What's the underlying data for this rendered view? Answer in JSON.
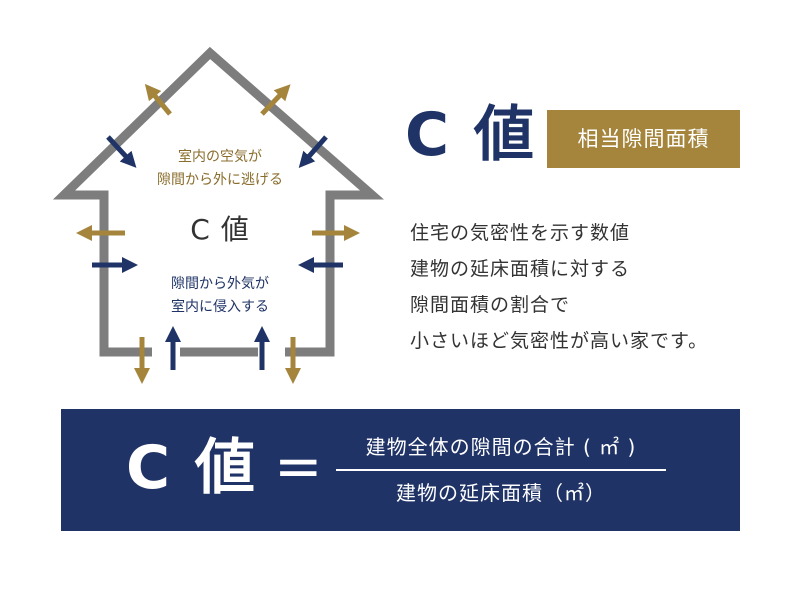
{
  "house": {
    "outflow_line1": "室内の空気が",
    "outflow_line2": "隙間から外に逃げる",
    "center_label": "C 値",
    "inflow_line1": "隙間から外気が",
    "inflow_line2": "室内に侵入する"
  },
  "colors": {
    "navy": "#1f3366",
    "gold": "#a4853b",
    "gray": "#7d7d7d",
    "text": "#333333"
  },
  "title": {
    "label": "C 値",
    "badge": "相当隙間面積"
  },
  "description": {
    "lines": [
      "住宅の気密性を示す数値",
      "建物の延床面積に対する",
      "隙間面積の割合で",
      "小さいほど気密性が高い家です。"
    ]
  },
  "formula": {
    "lhs": "C 値",
    "equals": "=",
    "numerator": "建物全体の隙間の合計 ( ㎡ )",
    "denominator": "建物の延床面積（㎡）"
  }
}
